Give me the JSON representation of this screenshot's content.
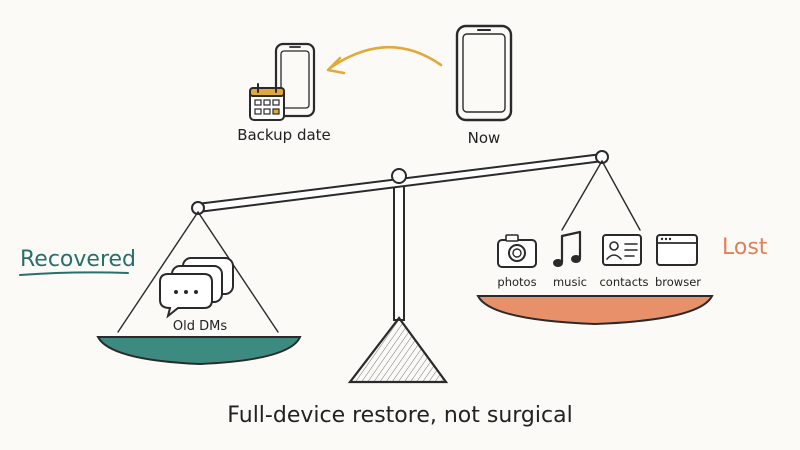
{
  "phones": {
    "backup_label": "Backup date",
    "now_label": "Now"
  },
  "left_pan": {
    "heading": "Recovered",
    "item_label": "Old DMs"
  },
  "right_pan": {
    "heading": "Lost",
    "items": [
      {
        "label": "photos",
        "icon": "camera-icon"
      },
      {
        "label": "music",
        "icon": "music-note-icon"
      },
      {
        "label": "contacts",
        "icon": "contact-card-icon"
      },
      {
        "label": "browser",
        "icon": "browser-window-icon"
      }
    ]
  },
  "caption": "Full-device restore, not surgical",
  "colors": {
    "recovered": "#2a6f6a",
    "lost": "#e0805a",
    "arrow": "#e0a93a",
    "left_pan_fill": "#3d8a80",
    "right_pan_fill": "#e8906a"
  }
}
